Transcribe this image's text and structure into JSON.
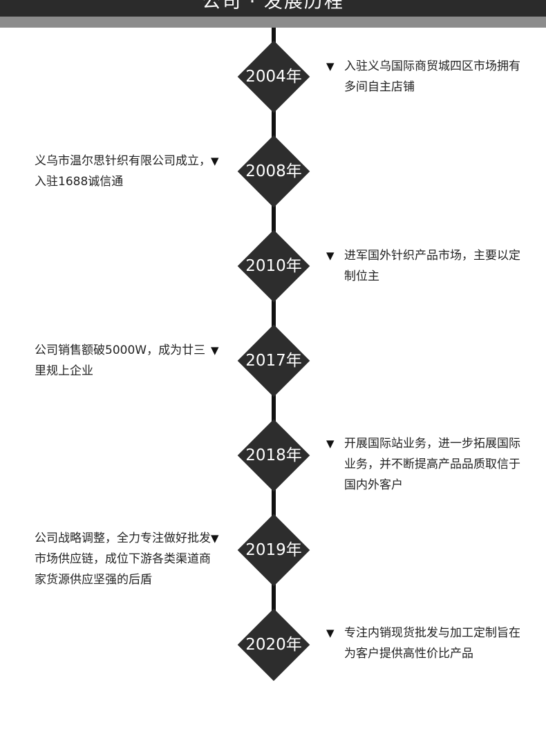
{
  "header": {
    "title": "公司 · 发展历程"
  },
  "arrow_glyph": "▼",
  "milestones": [
    {
      "year": "2004年",
      "side": "right",
      "text": "入驻义乌国际商贸城四区市场拥有多间自主店铺"
    },
    {
      "year": "2008年",
      "side": "left",
      "text": "义乌市温尔思针织有限公司成立，入驻1688诚信通"
    },
    {
      "year": "2010年",
      "side": "right",
      "text": "进军国外针织产品市场，主要以定制位主"
    },
    {
      "year": "2017年",
      "side": "left",
      "text": "公司销售额破5000W，成为廿三里规上企业"
    },
    {
      "year": "2018年",
      "side": "right",
      "text": "开展国际站业务，进一步拓展国际业务，并不断提高产品品质取信于国内外客户"
    },
    {
      "year": "2019年",
      "side": "left",
      "text": "公司战略调整，全力专注做好批发市场供应链，成位下游各类渠道商家货源供应坚强的后盾"
    },
    {
      "year": "2020年",
      "side": "right",
      "text": "专注内销现货批发与加工定制旨在为客户提供高性价比产品"
    }
  ]
}
